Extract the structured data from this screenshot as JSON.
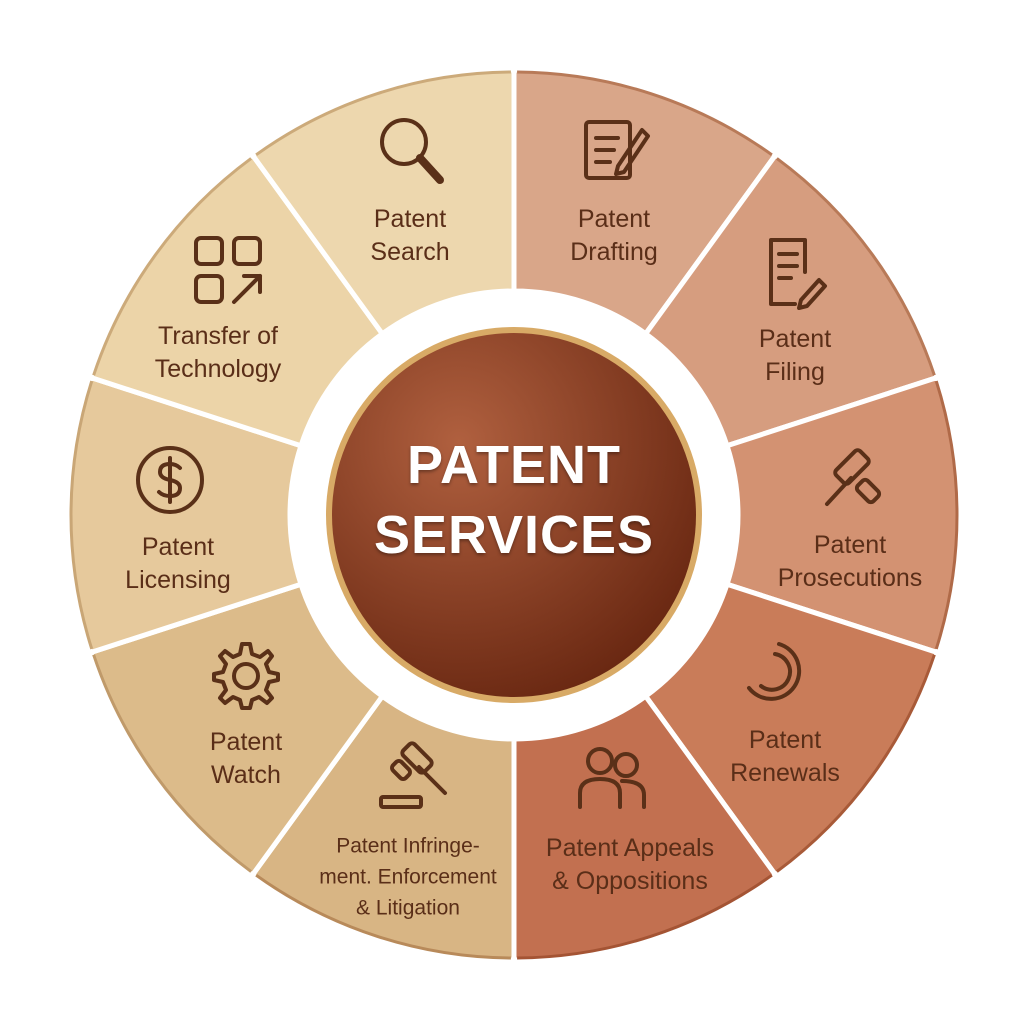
{
  "center": {
    "line1": "PATENT",
    "line2": "SERVICES"
  },
  "colors": {
    "text": "#5a2e18",
    "icon": "#5a3018",
    "center_light": "#b0603f",
    "center_dark": "#6a2812",
    "rim": "#d8aa66"
  },
  "segments": [
    {
      "lines": [
        "Patent",
        "Drafting"
      ],
      "icon": "document-edit-icon",
      "color": "#d9a689",
      "border": "#b87a58"
    },
    {
      "lines": [
        "Patent",
        "Filing"
      ],
      "icon": "file-pen-icon",
      "color": "#d69d7f",
      "border": "#b87a58"
    },
    {
      "lines": [
        "Patent",
        "Prosecutions"
      ],
      "icon": "gavel-icon",
      "color": "#d39272",
      "border": "#b06a48"
    },
    {
      "lines": [
        "Patent",
        "Renewals"
      ],
      "icon": "renew-circle-icon",
      "color": "#c97c59",
      "border": "#a85a38"
    },
    {
      "lines": [
        "Patent Appeals",
        "& Oppositions"
      ],
      "icon": "people-icon",
      "color": "#c27050",
      "border": "#a45434"
    },
    {
      "lines": [
        "Patent Infringe-",
        "ment. Enforcement",
        "& Litigation"
      ],
      "icon": "gavel-block-icon",
      "color": "#d8b584",
      "border": "#b88a5a"
    },
    {
      "lines": [
        "Patent",
        "Watch"
      ],
      "icon": "gear-icon",
      "color": "#dcbb8a",
      "border": "#c09a6a"
    },
    {
      "lines": [
        "Patent",
        "Licensing"
      ],
      "icon": "dollar-circle-icon",
      "color": "#e6c99c",
      "border": "#c9a676"
    },
    {
      "lines": [
        "Transfer of",
        "Technology"
      ],
      "icon": "grid-arrow-icon",
      "color": "#ecd4a8",
      "border": "#ccaa7a"
    },
    {
      "lines": [
        "Patent",
        "Search"
      ],
      "icon": "magnifier-icon",
      "color": "#edd7ae",
      "border": "#ccaa7a"
    }
  ]
}
